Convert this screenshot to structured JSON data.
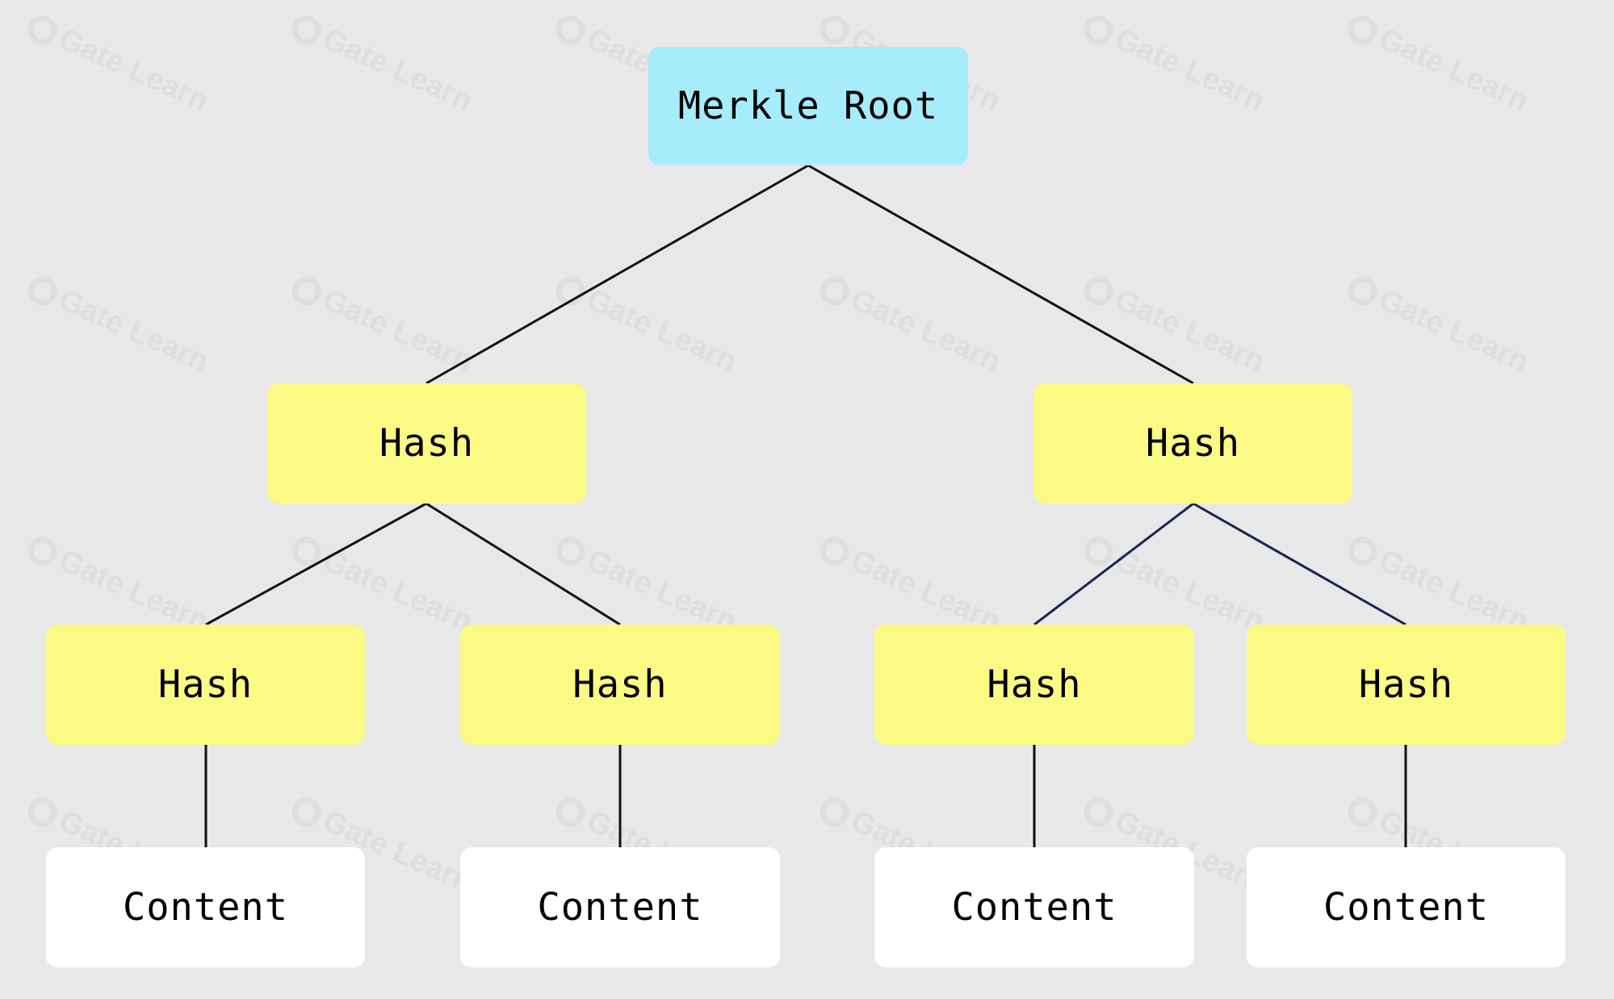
{
  "watermark": {
    "text": "Gate Learn"
  },
  "colors": {
    "background": "#e8e8e8",
    "root_fill": "#a6ecfa",
    "hash_fill": "#fafa84",
    "content_fill": "#ffffff",
    "edge_color": "#111111",
    "edge_color_right_subtree": "#1a2350"
  },
  "tree": {
    "root": {
      "label": "Merkle Root"
    },
    "level1": [
      {
        "label": "Hash"
      },
      {
        "label": "Hash"
      }
    ],
    "level2": [
      {
        "label": "Hash"
      },
      {
        "label": "Hash"
      },
      {
        "label": "Hash"
      },
      {
        "label": "Hash"
      }
    ],
    "leaves": [
      {
        "label": "Content"
      },
      {
        "label": "Content"
      },
      {
        "label": "Content"
      },
      {
        "label": "Content"
      }
    ]
  }
}
